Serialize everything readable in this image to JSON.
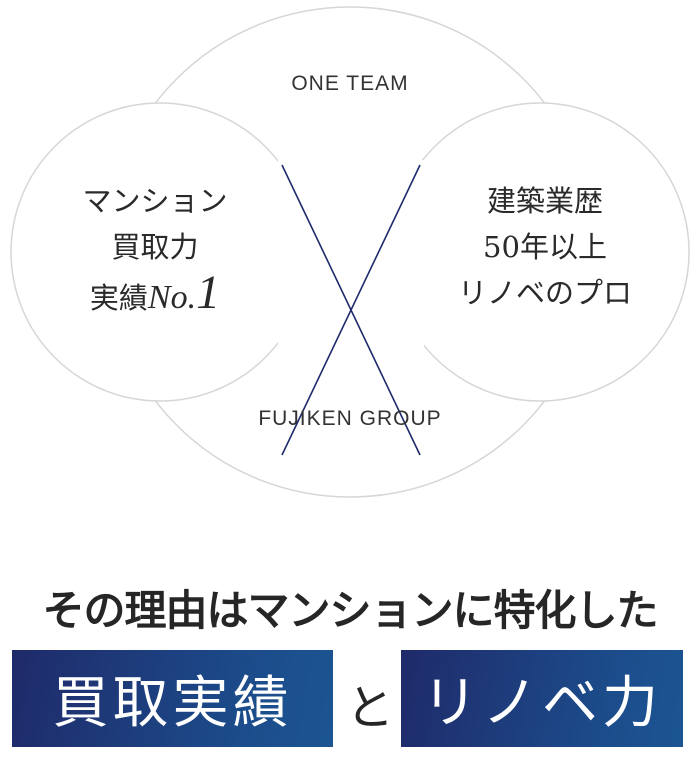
{
  "diagram": {
    "top_label": "ONE TEAM",
    "bottom_label": "FUJIKEN GROUP",
    "left": {
      "line1": "マンション",
      "line2": "買取力",
      "line3_prefix": "実績",
      "line3_no": "No.",
      "line3_num": "1"
    },
    "right": {
      "line1": "建築業歴",
      "line2": "50年以上",
      "line3": "リノベのプロ"
    },
    "colors": {
      "cross": "#1f2a6b",
      "outline": "#d6d6d6"
    }
  },
  "headline": "その理由はマンションに特化した",
  "highlight": {
    "left": "買取実績",
    "connector": "と",
    "right": "リノベ力",
    "gradient": [
      "#1f2a6a",
      "#1b5592"
    ]
  }
}
